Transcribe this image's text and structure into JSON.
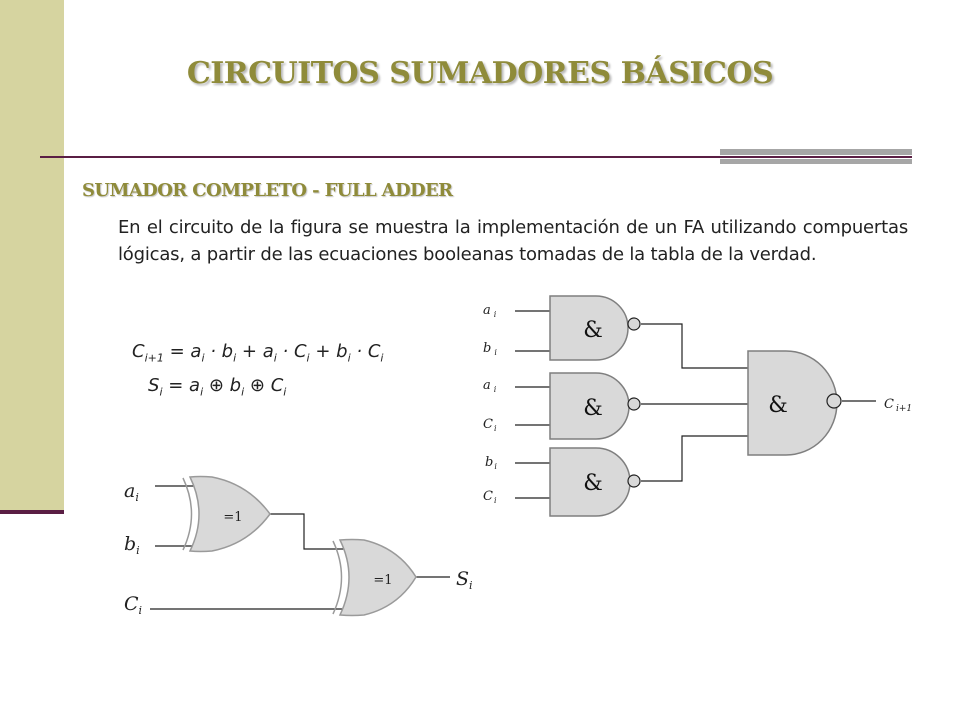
{
  "title": "CIRCUITOS SUMADORES BÁSICOS",
  "subtitle": "SUMADOR COMPLETO  -  FULL ADDER",
  "paragraph": "En el circuito de la figura se muestra la implementación de un FA utilizando compuertas lógicas, a partir de las ecuaciones booleanas tomadas de la tabla de la verdad.",
  "equations": {
    "carry": {
      "lhs": "C",
      "lhs_sub": "i+1",
      "rhs": [
        {
          "t": "a",
          "s": "i"
        },
        {
          "t": " · "
        },
        {
          "t": "b",
          "s": "i"
        },
        {
          "t": " + "
        },
        {
          "t": "a",
          "s": "i"
        },
        {
          "t": " · "
        },
        {
          "t": "C",
          "s": "i"
        },
        {
          "t": " + "
        },
        {
          "t": "b",
          "s": "i"
        },
        {
          "t": " · "
        },
        {
          "t": "C",
          "s": "i"
        }
      ]
    },
    "sum": {
      "lhs": "S",
      "lhs_sub": "i",
      "rhs": [
        {
          "t": "a",
          "s": "i"
        },
        {
          "t": " ⊕ "
        },
        {
          "t": "b",
          "s": "i"
        },
        {
          "t": " ⊕ "
        },
        {
          "t": "C",
          "s": "i"
        }
      ]
    }
  },
  "nand_circuit": {
    "gate_symbol": "&",
    "input_labels": [
      {
        "t": "a",
        "s": "i"
      },
      {
        "t": "b",
        "s": "i"
      },
      {
        "t": "a",
        "s": "i"
      },
      {
        "t": "C",
        "s": "i"
      },
      {
        "t": "b",
        "s": "i"
      },
      {
        "t": "C",
        "s": "i"
      }
    ],
    "output_label": {
      "t": "C",
      "s": "i+1"
    }
  },
  "xor_circuit": {
    "gate_symbol": "=1",
    "input_labels": [
      {
        "t": "a",
        "s": "i"
      },
      {
        "t": "b",
        "s": "i"
      },
      {
        "t": "C",
        "s": "i"
      }
    ],
    "output_label": {
      "t": "S",
      "s": "i"
    }
  },
  "colors": {
    "sidebar": "#d6d4a0",
    "accent_rule": "#5a1e44",
    "title": "#8f8b3a",
    "gate_fill": "#d9d9d9"
  }
}
